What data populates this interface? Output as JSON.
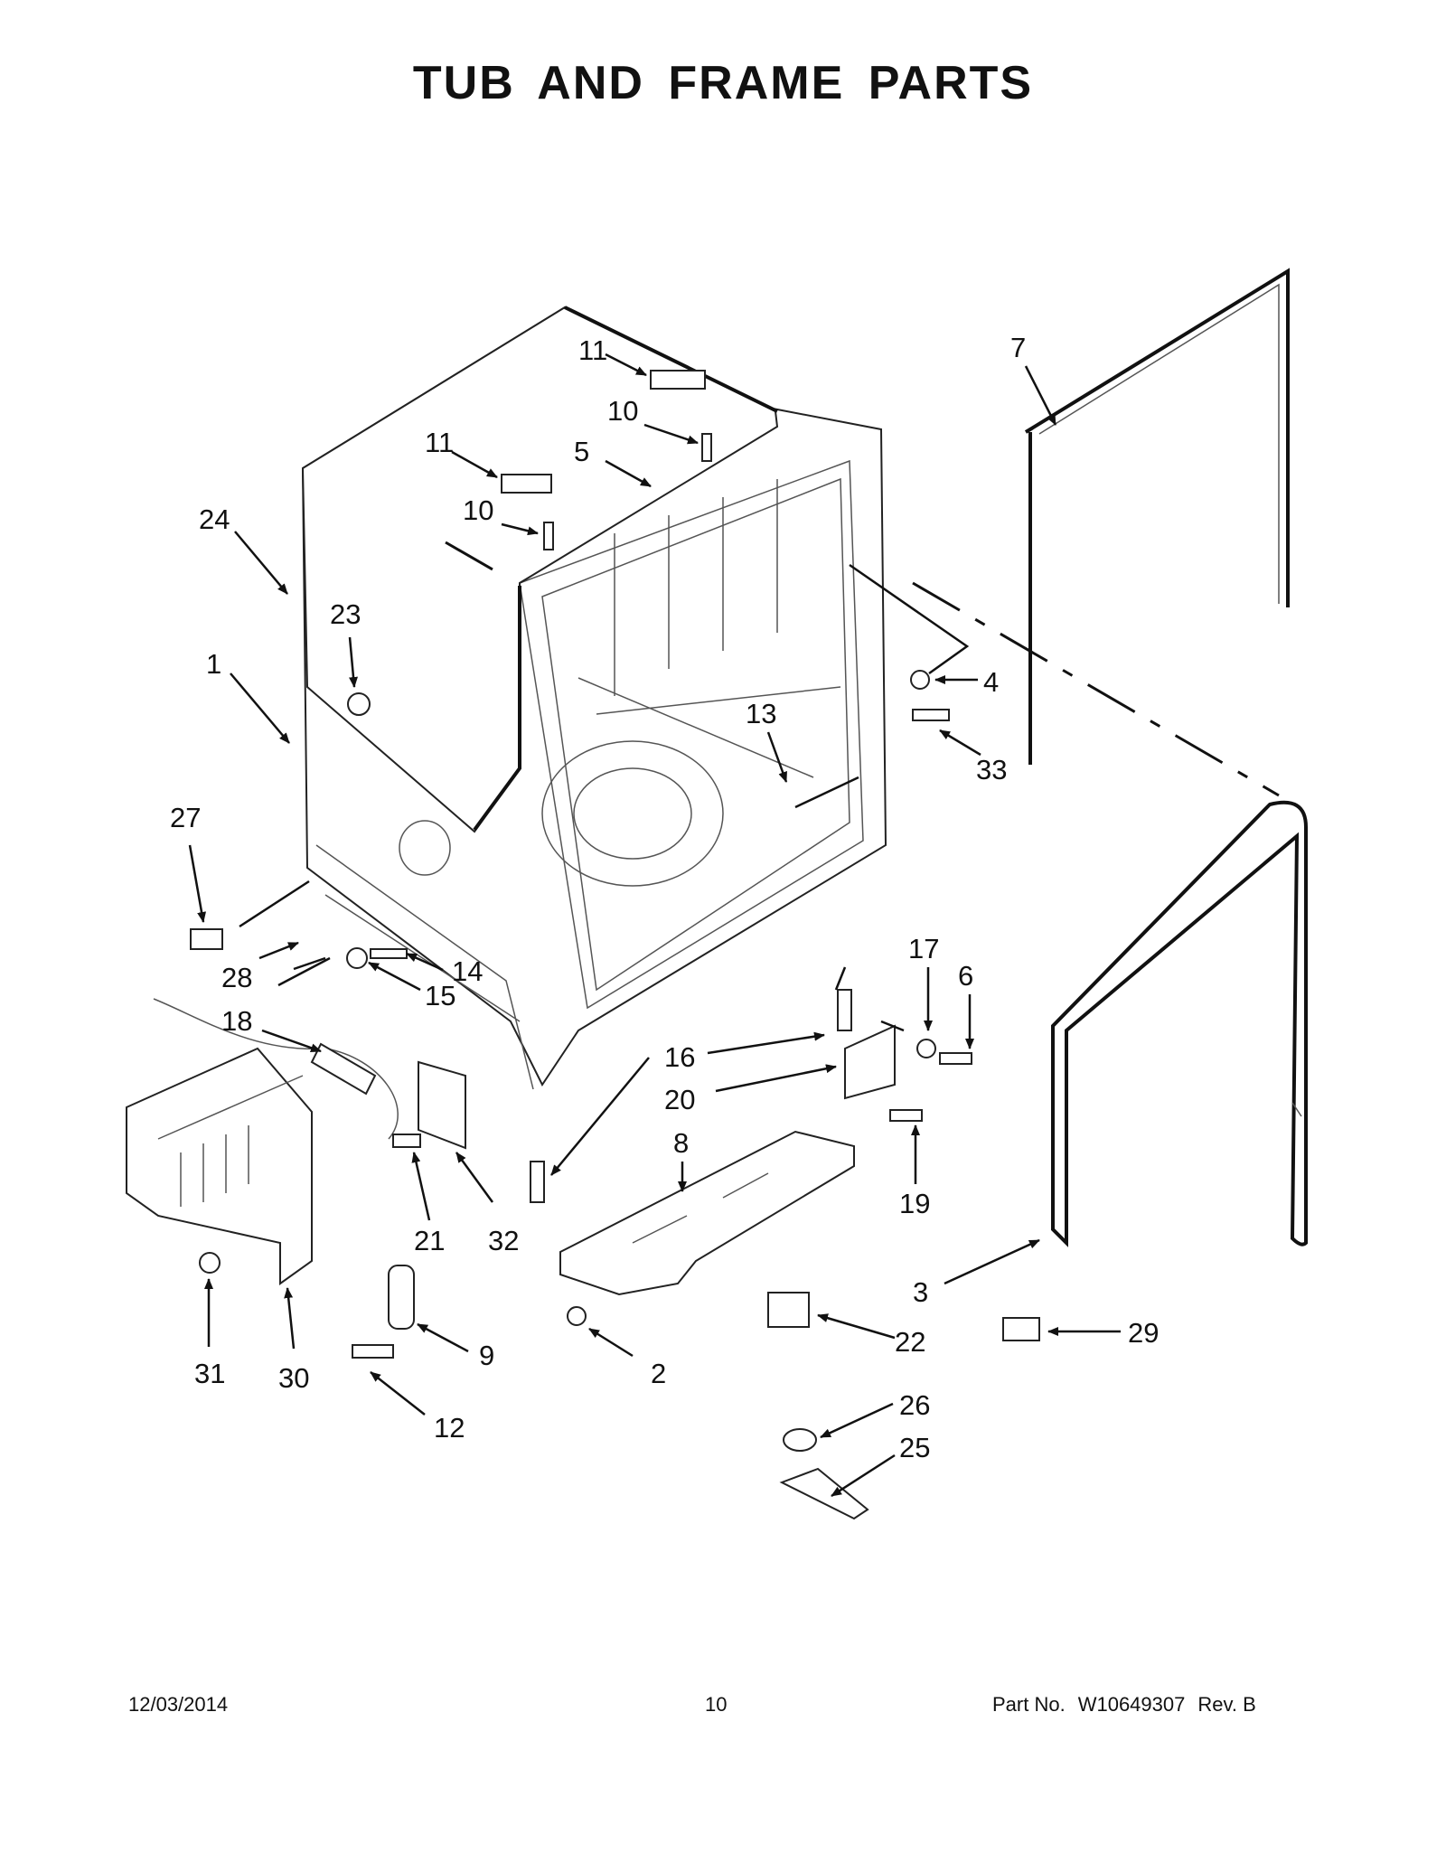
{
  "header": {
    "title": "TUB AND FRAME PARTS"
  },
  "callouts": [
    "1",
    "2",
    "3",
    "4",
    "5",
    "6",
    "7",
    "8",
    "9",
    "10",
    "10",
    "11",
    "11",
    "12",
    "13",
    "14",
    "15",
    "16",
    "17",
    "18",
    "19",
    "20",
    "21",
    "22",
    "23",
    "24",
    "25",
    "26",
    "27",
    "28",
    "29",
    "30",
    "31",
    "32",
    "33"
  ],
  "footer": {
    "date": "12/03/2014",
    "page": "10",
    "part_label": "Part No.",
    "part_number": "W10649307",
    "revision": "Rev.  B"
  }
}
